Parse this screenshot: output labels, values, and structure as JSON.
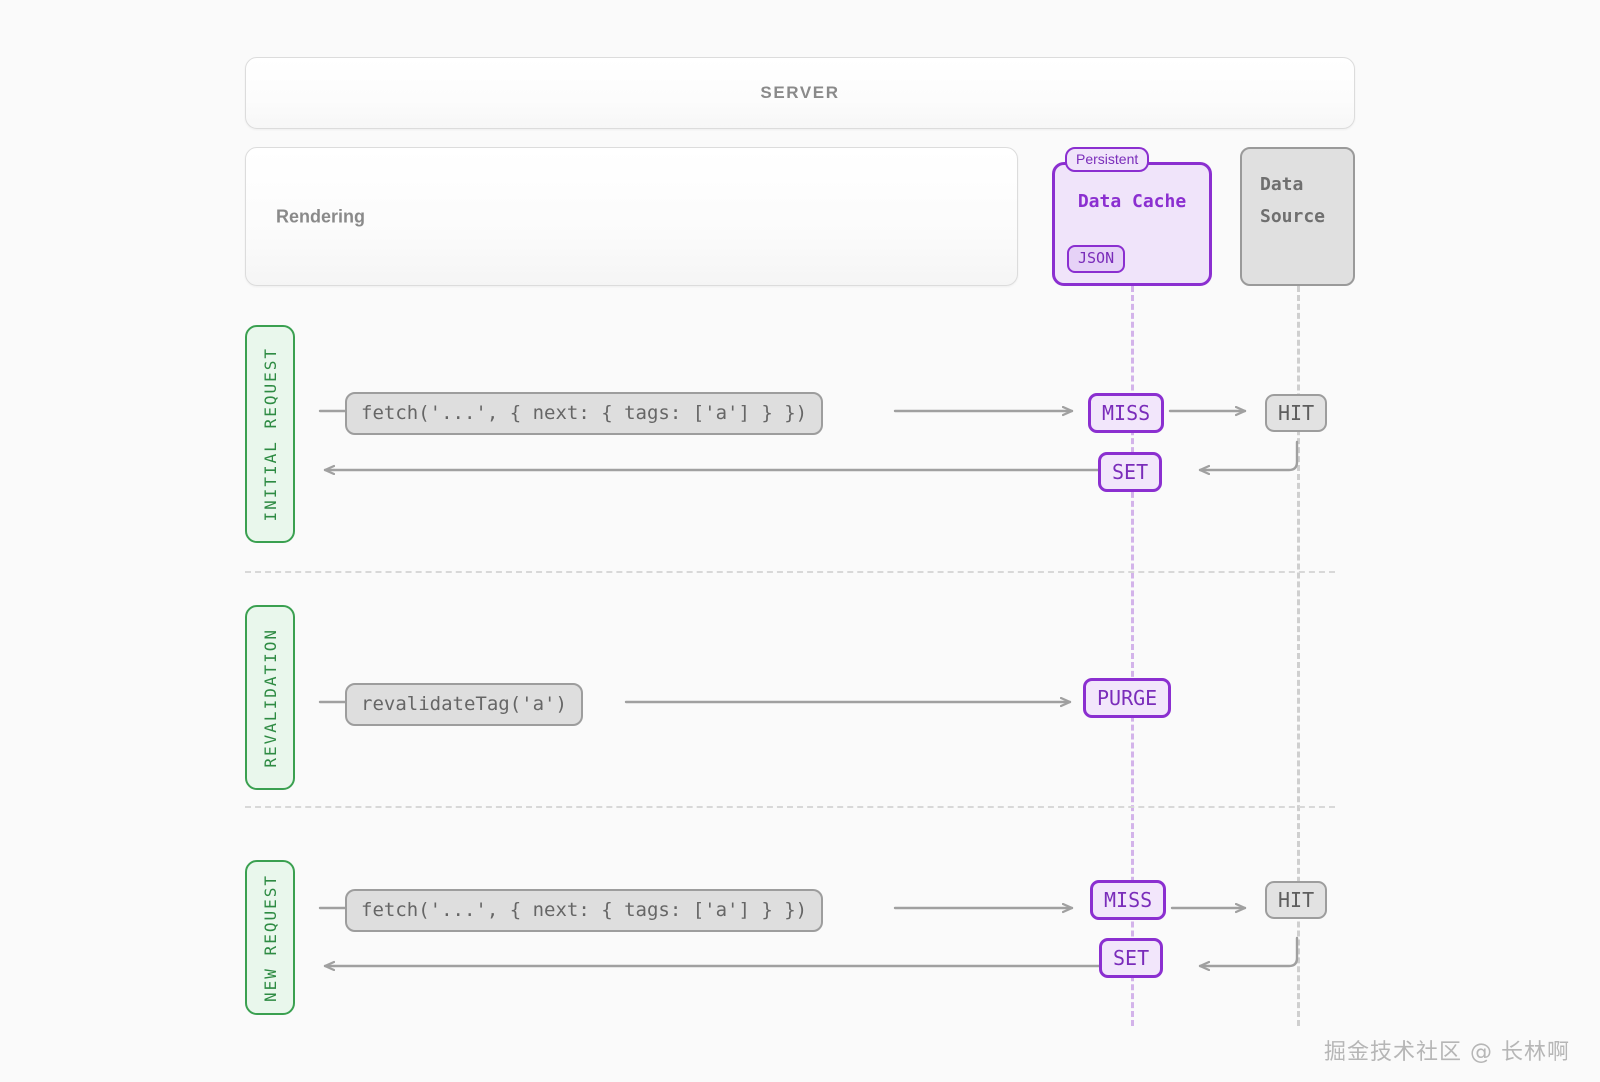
{
  "header": {
    "server_label": "SERVER"
  },
  "rendering": {
    "label": "Rendering"
  },
  "data_cache": {
    "chip_label": "Persistent",
    "title": "Data Cache",
    "format_label": "JSON"
  },
  "data_source": {
    "line1": "Data",
    "line2": "Source"
  },
  "sections": [
    {
      "label": "INITIAL REQUEST",
      "request_code": "fetch('...', { next: { tags: ['a'] } })",
      "cache_status": "MISS",
      "source_status": "HIT",
      "cache_write": "SET"
    },
    {
      "label": "REVALIDATION",
      "request_code": "revalidateTag('a')",
      "cache_status": "PURGE"
    },
    {
      "label": "NEW REQUEST",
      "request_code": "fetch('...', { next: { tags: ['a'] } })",
      "cache_status": "MISS",
      "source_status": "HIT",
      "cache_write": "SET"
    }
  ],
  "watermark": {
    "text": "掘金技术社区 @ 长林啊"
  },
  "colors": {
    "page_bg": "#fafafa",
    "accent_purple": "#8b2fd0",
    "accent_purple_fill": "#f2e6fb",
    "accent_green": "#3aa050",
    "accent_green_fill": "#e9f7ec",
    "grey_stroke": "#9d9d9d",
    "grey_fill": "#e0e0e0",
    "arrow_grey": "#a0a0a0",
    "lifeline_purple": "#d3b3ea",
    "lifeline_grey": "#cfcfcf"
  }
}
